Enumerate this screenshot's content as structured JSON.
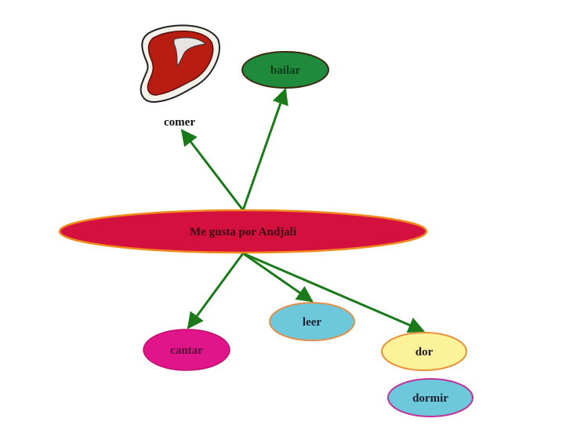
{
  "diagram": {
    "type": "concept-map",
    "central": {
      "label": "Me gusta por Andjali",
      "fill": "#d3103e",
      "stroke": "#f08a1e",
      "text_color": "#3a0a14"
    },
    "nodes": [
      {
        "id": "comer",
        "label": "comer",
        "shape": "image-steak"
      },
      {
        "id": "bailar",
        "label": "bailar",
        "fill": "#1f8a3c",
        "stroke": "#3a2a10",
        "text_color": "#0f3a18"
      },
      {
        "id": "cantar",
        "label": "cantar",
        "fill": "#e0158a",
        "stroke": "#c01070",
        "text_color": "#5a0838"
      },
      {
        "id": "leer",
        "label": "leer",
        "fill": "#6ec8dc",
        "stroke": "#e0904a",
        "text_color": "#1a2030"
      },
      {
        "id": "dor",
        "label": "dor",
        "fill": "#fbf29a",
        "stroke": "#e8903a",
        "text_color": "#1a1a1a"
      },
      {
        "id": "dormir",
        "label": "dormir",
        "fill": "#6ec8dc",
        "stroke": "#c0329a",
        "text_color": "#1a2030"
      }
    ],
    "edges": [
      {
        "from": "Me gusta por Andjali",
        "to": "comer"
      },
      {
        "from": "Me gusta por Andjali",
        "to": "bailar"
      },
      {
        "from": "Me gusta por Andjali",
        "to": "cantar"
      },
      {
        "from": "Me gusta por Andjali",
        "to": "leer"
      },
      {
        "from": "Me gusta por Andjali",
        "to": "dor"
      }
    ],
    "edge_color": "#1a7a1a"
  }
}
